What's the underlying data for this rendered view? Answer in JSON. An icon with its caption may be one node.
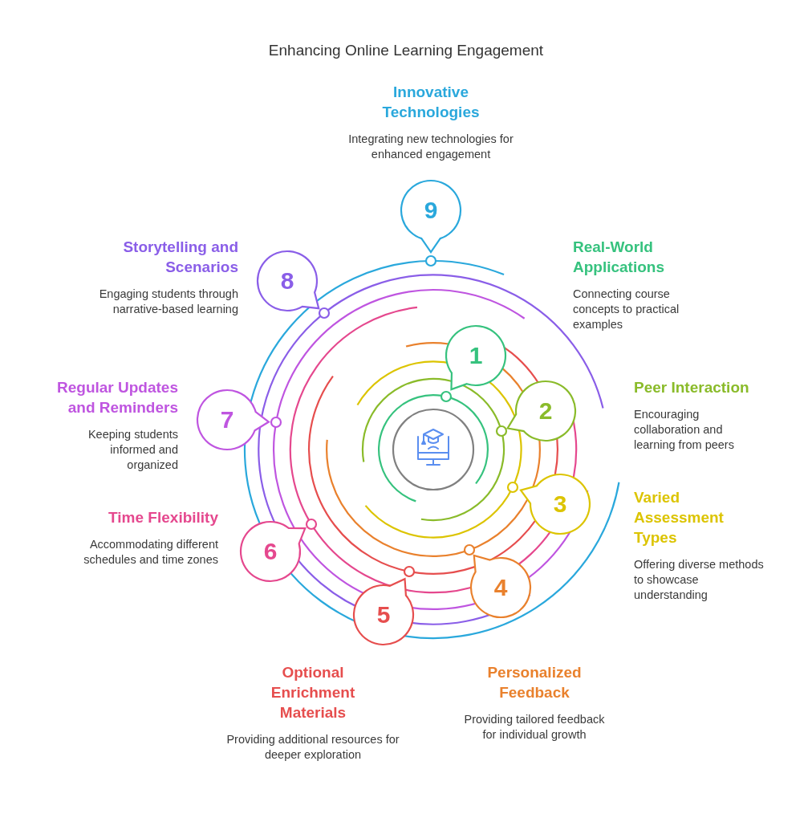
{
  "diagram": {
    "title": "Enhancing Online Learning Engagement",
    "nodes": [
      {
        "text": [],
        "shape": "picture"
      },
      {
        "text": [
          "1"
        ],
        "beside": [
          "Real-World Applications",
          "Connecting course concepts to practical examples"
        ]
      },
      {
        "text": [
          "2"
        ],
        "beside": [
          "Peer Interaction",
          "Encouraging collaboration and learning from peers"
        ]
      },
      {
        "text": [
          "3"
        ],
        "beside": [
          "Varied Assessment Types",
          "Offering diverse methods to showcase understanding"
        ]
      },
      {
        "text": [
          "4"
        ],
        "beside": [
          "Personalized Feedback",
          "Providing tailored feedback for individual growth"
        ]
      },
      {
        "text": [
          "5"
        ],
        "beside": [
          "Optional Enrichment Materials",
          "Providing additional resources for deeper exploration"
        ]
      },
      {
        "text": [
          "6"
        ],
        "beside": [
          "Time Flexibility",
          "Accommodating different schedules and time zones"
        ]
      },
      {
        "text": [
          "7"
        ],
        "beside": [
          "Regular Updates and Reminders",
          "Keeping students informed and organized"
        ]
      },
      {
        "text": [
          "8"
        ],
        "beside": [
          "Storytelling and Scenarios",
          "Engaging students through narrative-based learning"
        ]
      },
      {
        "text": [
          "9"
        ],
        "beside": [
          "Innovative Technologies",
          "Integrating new technologies for enhanced engagement"
        ]
      }
    ],
    "edges": []
  }
}
